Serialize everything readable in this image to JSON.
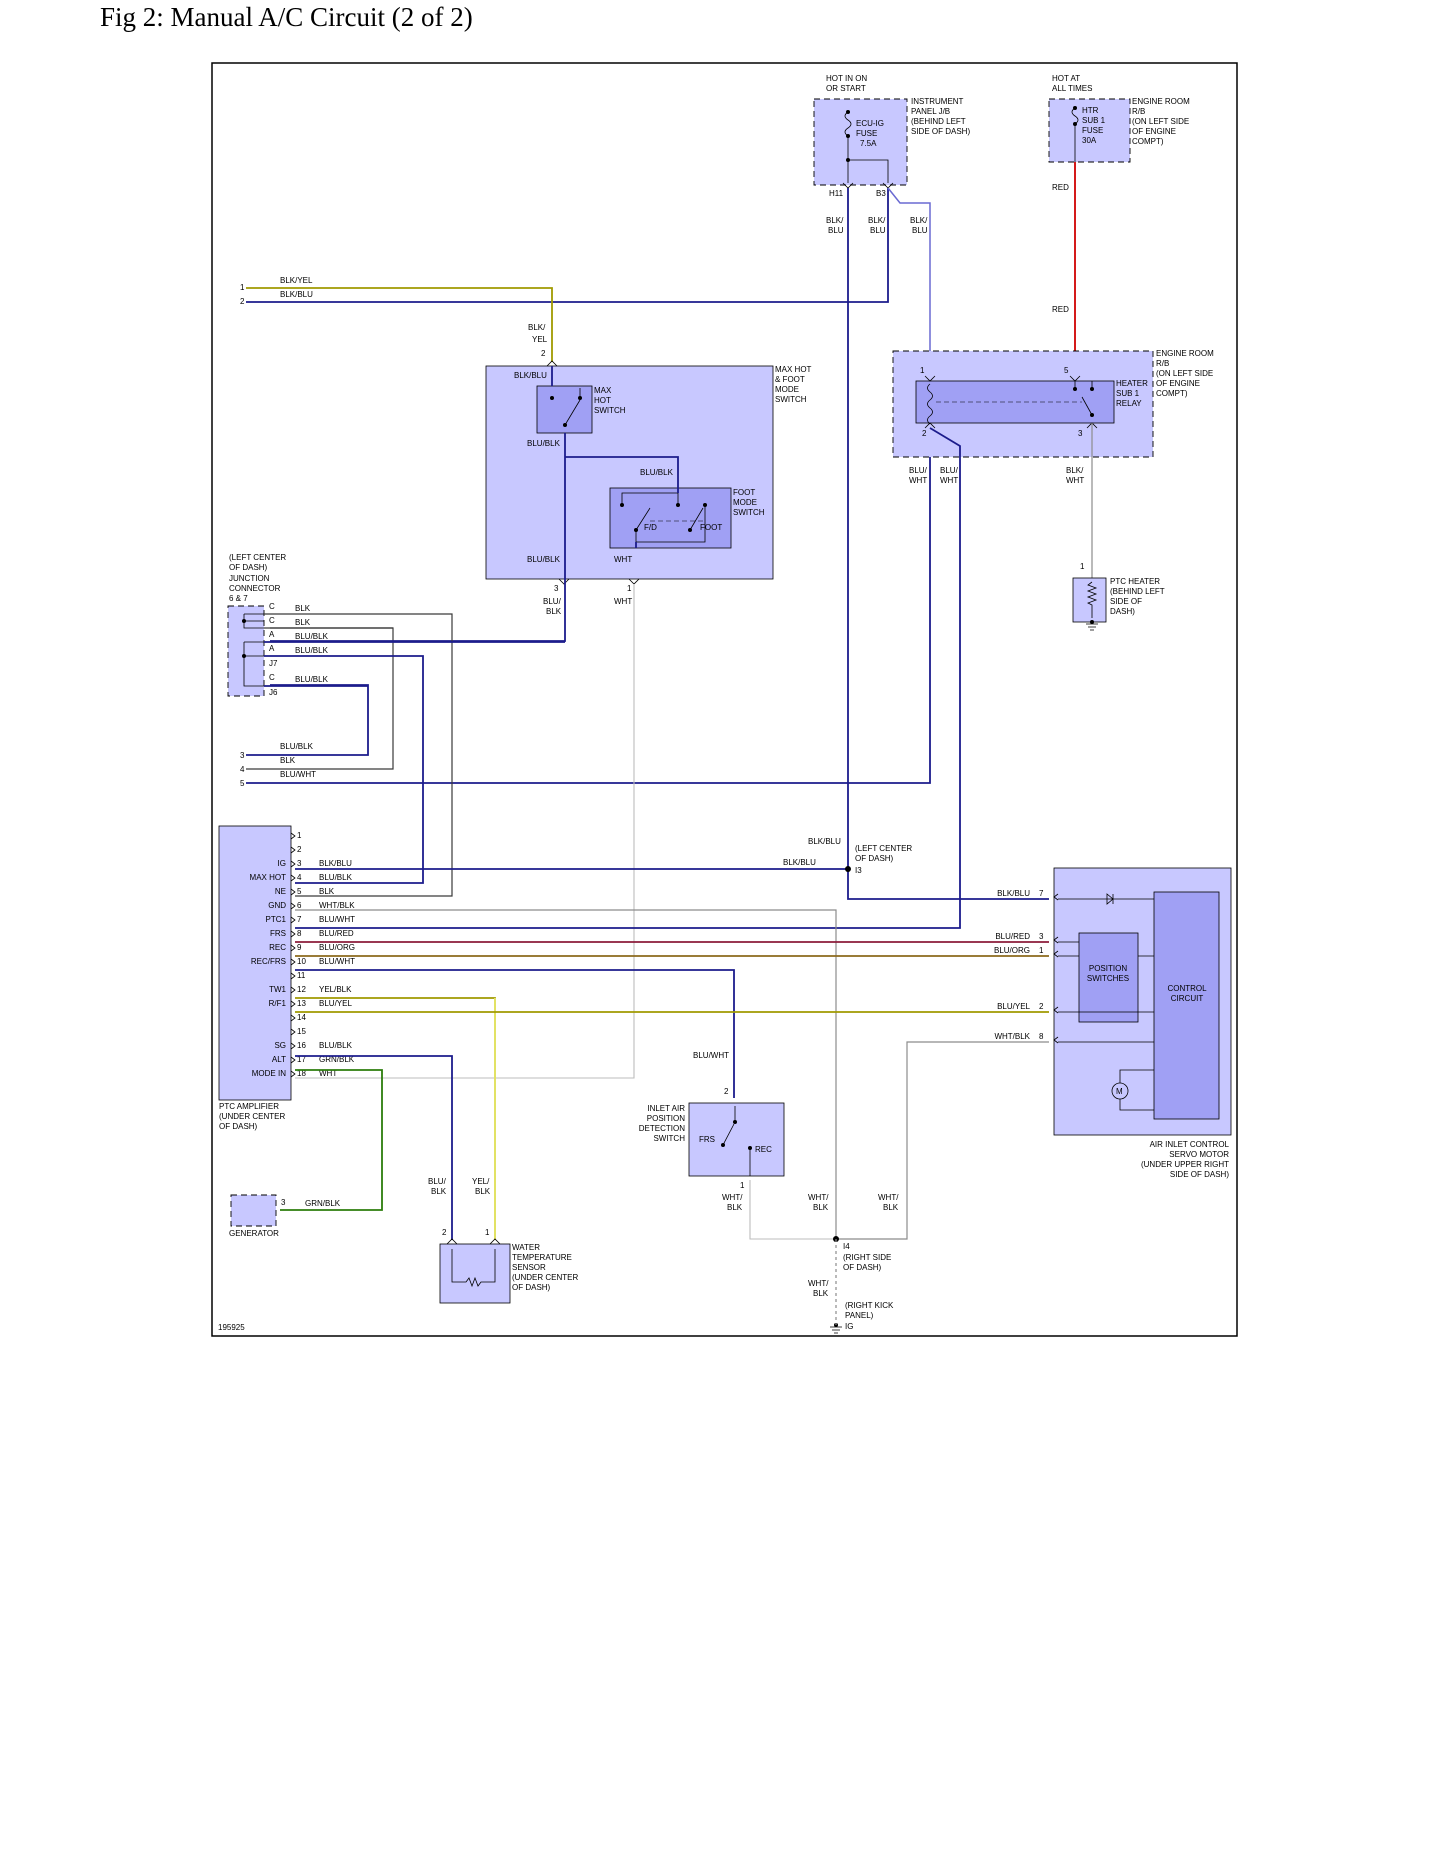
{
  "title": "Fig 2: Manual A/C Circuit (2 of 2)",
  "diagram_id": "195925",
  "power": {
    "hot_in_on": [
      "HOT IN ON",
      "OR START"
    ],
    "hot_all_times": [
      "HOT AT",
      "ALL TIMES"
    ],
    "ecu_ig_fuse": [
      "ECU-IG",
      "FUSE",
      "7.5A"
    ],
    "instrument_panel_jb": [
      "INSTRUMENT",
      "PANEL J/B",
      "(BEHIND LEFT",
      "SIDE OF DASH)"
    ],
    "htr_fuse": [
      "HTR",
      "SUB 1",
      "FUSE",
      "30A"
    ],
    "engine_room_rb_top": [
      "ENGINE ROOM",
      "R/B",
      "(ON LEFT SIDE",
      "OF ENGINE",
      "COMPT)"
    ],
    "pin_h11": "H11",
    "pin_b3": "B3",
    "w_blkblu_a": [
      "BLK/",
      "BLU"
    ],
    "w_blkblu_b": [
      "BLK/",
      "BLU"
    ],
    "w_blkblu_c": [
      "BLK/",
      "BLU"
    ],
    "w_red_top": "RED",
    "w_red_mid": "RED"
  },
  "left_terminals": {
    "t1": "1",
    "t2": "2",
    "t3": "3",
    "t4": "4",
    "t5": "5",
    "w1": "BLK/YEL",
    "w2": "BLK/BLU",
    "w3": "BLU/BLK",
    "w4": "BLK",
    "w5": "BLU/WHT"
  },
  "maxhot": {
    "label": [
      "MAX HOT",
      "& FOOT",
      "MODE",
      "SWITCH"
    ],
    "max_hot": [
      "MAX",
      "HOT",
      "SWITCH"
    ],
    "foot_mode": [
      "FOOT",
      "MODE",
      "SWITCH"
    ],
    "fd": "F/D",
    "foot": "FOOT",
    "w_blkyel": [
      "BLK/",
      "YEL"
    ],
    "pin2": "2",
    "w_blkblu": "BLK/BLU",
    "w_blublk_a": "BLU/BLK",
    "w_blublk_b": "BLU/BLK",
    "w_blublk_c": "BLU/BLK",
    "w_wht_in": "WHT",
    "pin3": "3",
    "pin1": "1",
    "w_blublk_out": [
      "BLU/",
      "BLK"
    ],
    "w_wht_out": "WHT"
  },
  "heater_relay": {
    "engine_room": [
      "ENGINE ROOM",
      "R/B",
      "(ON LEFT SIDE",
      "OF ENGINE",
      "COMPT)"
    ],
    "relay": [
      "HEATER",
      "SUB 1",
      "RELAY"
    ],
    "pin1": "1",
    "pin5": "5",
    "pin2": "2",
    "pin3": "3",
    "w_bluwht_a": [
      "BLU/",
      "WHT"
    ],
    "w_bluwht_b": [
      "BLU/",
      "WHT"
    ],
    "w_blkwht": [
      "BLK/",
      "WHT"
    ]
  },
  "ptc_heater": {
    "label": [
      "PTC HEATER",
      "(BEHIND LEFT",
      "SIDE OF",
      "DASH)"
    ],
    "pin1": "1"
  },
  "junction": {
    "label": [
      "(LEFT CENTER",
      "OF DASH)",
      "JUNCTION",
      "CONNECTOR",
      "6 & 7"
    ],
    "pins": [
      "C",
      "C",
      "A",
      "A",
      "J7",
      "C",
      "J6"
    ],
    "wires": [
      "BLK",
      "BLK",
      "BLU/BLK",
      "BLU/BLK",
      "BLU/BLK"
    ]
  },
  "amplifier": {
    "label": [
      "PTC AMPLIFIER",
      "(UNDER CENTER",
      "OF DASH)"
    ],
    "pins": [
      "1",
      "2",
      "3",
      "4",
      "5",
      "6",
      "7",
      "8",
      "9",
      "10",
      "11",
      "12",
      "13",
      "14",
      "15",
      "16",
      "17",
      "18"
    ],
    "signals": [
      "",
      "",
      "IG",
      "MAX HOT",
      "NE",
      "GND",
      "PTC1",
      "FRS",
      "REC",
      "REC/FRS",
      "",
      "TW1",
      "R/F1",
      "",
      "",
      "SG",
      "ALT",
      "MODE IN"
    ],
    "wires": [
      "",
      "",
      "BLK/BLU",
      "BLU/BLK",
      "BLK",
      "WHT/BLK",
      "BLU/WHT",
      "BLU/RED",
      "BLU/ORG",
      "BLU/WHT",
      "",
      "YEL/BLK",
      "BLU/YEL",
      "",
      "",
      "BLU/BLK",
      "GRN/BLK",
      "WHT"
    ]
  },
  "splice_i3": {
    "label": [
      "(LEFT CENTER",
      "OF DASH)",
      "I3"
    ],
    "w_top": "BLK/BLU",
    "w_left": "BLK/BLU"
  },
  "servo": {
    "label": [
      "AIR INLET CONTROL",
      "SERVO MOTOR",
      "(UNDER UPPER RIGHT",
      "SIDE OF DASH)"
    ],
    "position": [
      "POSITION",
      "SWITCHES"
    ],
    "control": [
      "CONTROL",
      "CIRCUIT"
    ],
    "motor": "M",
    "rows": [
      {
        "wire": "BLK/BLU",
        "pin": "7"
      },
      {
        "wire": "BLU/RED",
        "pin": "3"
      },
      {
        "wire": "BLU/ORG",
        "pin": "1"
      },
      {
        "wire": "BLU/YEL",
        "pin": "2"
      },
      {
        "wire": "WHT/BLK",
        "pin": "8"
      }
    ]
  },
  "inlet_switch": {
    "label": [
      "INLET AIR",
      "POSITION",
      "DETECTION",
      "SWITCH"
    ],
    "frs": "FRS",
    "rec": "REC",
    "pin2": "2",
    "pin1": "1",
    "w_bluwht": "BLU/WHT",
    "w_whtblk": [
      "WHT/",
      "BLK"
    ]
  },
  "generator": {
    "label": "GENERATOR",
    "pin3": "3",
    "wire": "GRN/BLK"
  },
  "water_sensor": {
    "label": [
      "WATER",
      "TEMPERATURE",
      "SENSOR",
      "(UNDER CENTER",
      "OF DASH)"
    ],
    "pin2": "2",
    "pin1": "1",
    "w_blublk": [
      "BLU/",
      "BLK"
    ],
    "w_yelblk": [
      "YEL/",
      "BLK"
    ]
  },
  "ground": {
    "w_whtblk_a": [
      "WHT/",
      "BLK"
    ],
    "w_whtblk_b": [
      "WHT/",
      "BLK"
    ],
    "i4": [
      "I4",
      "(RIGHT SIDE",
      "OF DASH)"
    ],
    "w_whtblk_c": [
      "WHT/",
      "BLK"
    ],
    "kick": [
      "(RIGHT KICK",
      "PANEL)",
      "IG"
    ]
  }
}
